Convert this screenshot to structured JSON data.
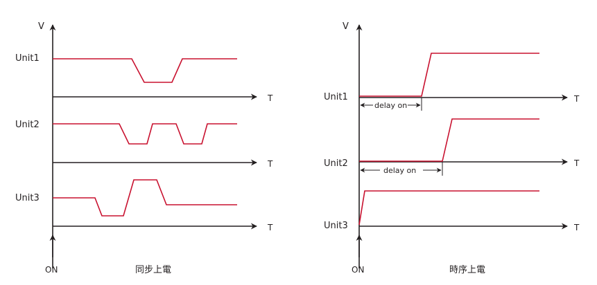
{
  "left": {
    "y_label": "V",
    "t_label": "T",
    "on_label": "ON",
    "caption": "同步上電",
    "rows": [
      {
        "label": "Unit1"
      },
      {
        "label": "Unit2"
      },
      {
        "label": "Unit3"
      }
    ]
  },
  "right": {
    "y_label": "V",
    "t_label": "T",
    "on_label": "ON",
    "caption": "時序上電",
    "rows": [
      {
        "label": "Unit1",
        "delay_label": "delay on"
      },
      {
        "label": "Unit2",
        "delay_label": "delay on"
      },
      {
        "label": "Unit3"
      }
    ]
  },
  "colors": {
    "signal": "#c8102e",
    "axis": "#231f20"
  }
}
